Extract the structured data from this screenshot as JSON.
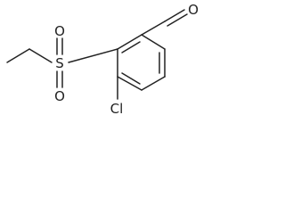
{
  "molecule": {
    "atoms": {
      "oxygen_aldehyde": "O",
      "oxygen_sulfonyl_top": "O",
      "oxygen_sulfonyl_bottom": "O",
      "sulfur": "S",
      "chlorine": "Cl"
    },
    "colors": {
      "bond": "#222222",
      "label": "#222222",
      "background": "#ffffff"
    }
  }
}
